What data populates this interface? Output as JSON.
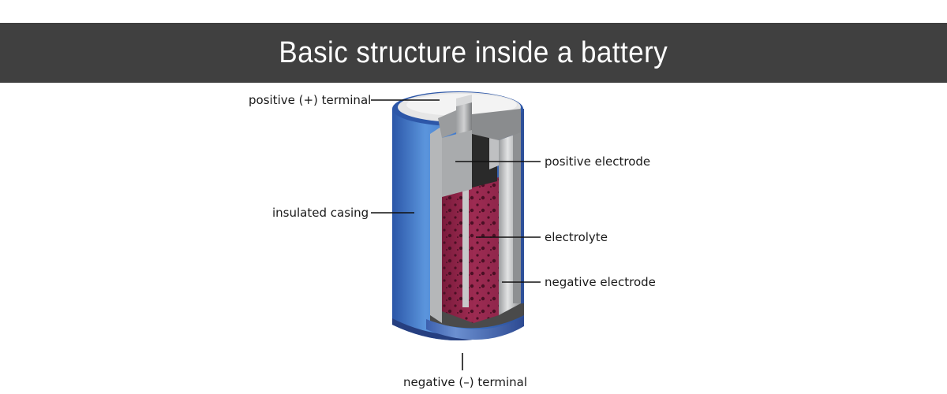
{
  "banner": {
    "title": "Basic structure inside a battery",
    "background_color": "#404040",
    "text_color": "#ffffff"
  },
  "diagram": {
    "subject": "cylindrical battery cutaway",
    "labels": {
      "positive_terminal": "positive (+) terminal",
      "insulated_casing": "insulated casing",
      "positive_electrode": "positive electrode",
      "electrolyte": "electrolyte",
      "negative_electrode": "negative electrode",
      "negative_terminal": "negative (–) terminal"
    },
    "colors": {
      "casing": "#3a6fc4",
      "casing_dark": "#2b4f9a",
      "electrolyte": "#8c2146",
      "electrolyte_dots": "#4a0f24",
      "metal": "#b9bbbd",
      "metal_dark": "#2b2b2b",
      "top_cap": "#e4e4e4"
    }
  }
}
